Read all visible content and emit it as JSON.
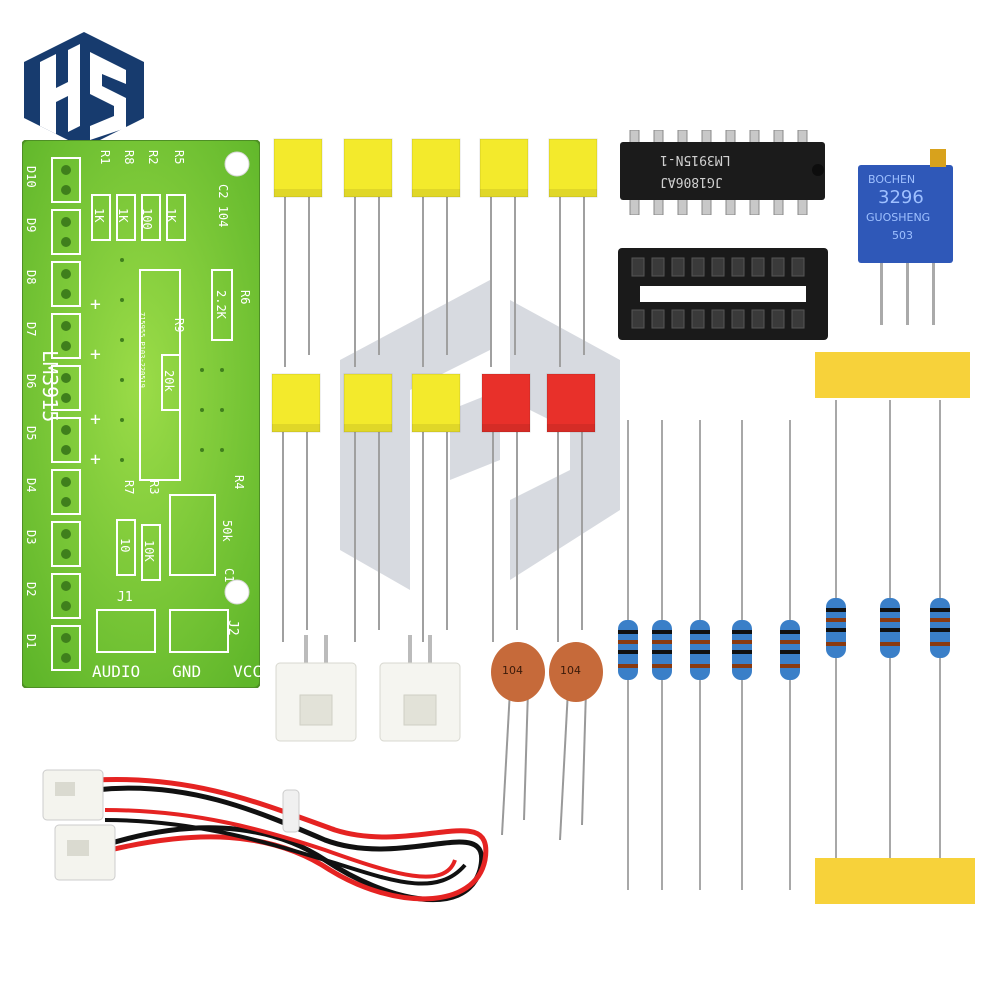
{
  "brand": {
    "logo_text": "HS",
    "logo_color": "#173b6e",
    "watermark_color": "#c9ced6"
  },
  "pcb": {
    "chip_label": "LM3915",
    "board_code": "715955  P103-220519",
    "leds": [
      "D10",
      "D9",
      "D8",
      "D7",
      "D6",
      "D5",
      "D4",
      "D3",
      "D2",
      "D1"
    ],
    "resistor_designators": [
      "R1",
      "R8",
      "R2",
      "R5",
      "R6",
      "R9",
      "R3",
      "R7",
      "R4"
    ],
    "resistor_values": [
      "1K",
      "1K",
      "100",
      "1K",
      "2.2K",
      "20k",
      "10K",
      "10",
      "50k"
    ],
    "capacitors": [
      {
        "designator": "C2",
        "value": "104"
      },
      {
        "designator": "C1",
        "value": ""
      }
    ],
    "connectors": [
      "J1",
      "J2"
    ],
    "bottom_labels": [
      "AUDIO",
      "GND",
      "VCC"
    ],
    "board_color": "#7ccf3a",
    "silk_color": "#ffffff"
  },
  "ic": {
    "marking_line1": "LM3915N-1",
    "marking_line2": "JG1806AJ"
  },
  "trimpot": {
    "brand": "BOCHEN",
    "model": "3296",
    "maker": "GUOSHENG",
    "value": "503"
  },
  "led_colors": {
    "yellow": "#f3ea2c",
    "red": "#e8302a"
  },
  "capacitor_markings": [
    "104",
    "104"
  ],
  "wire_colors": {
    "red": "#e52322",
    "black": "#111111"
  }
}
